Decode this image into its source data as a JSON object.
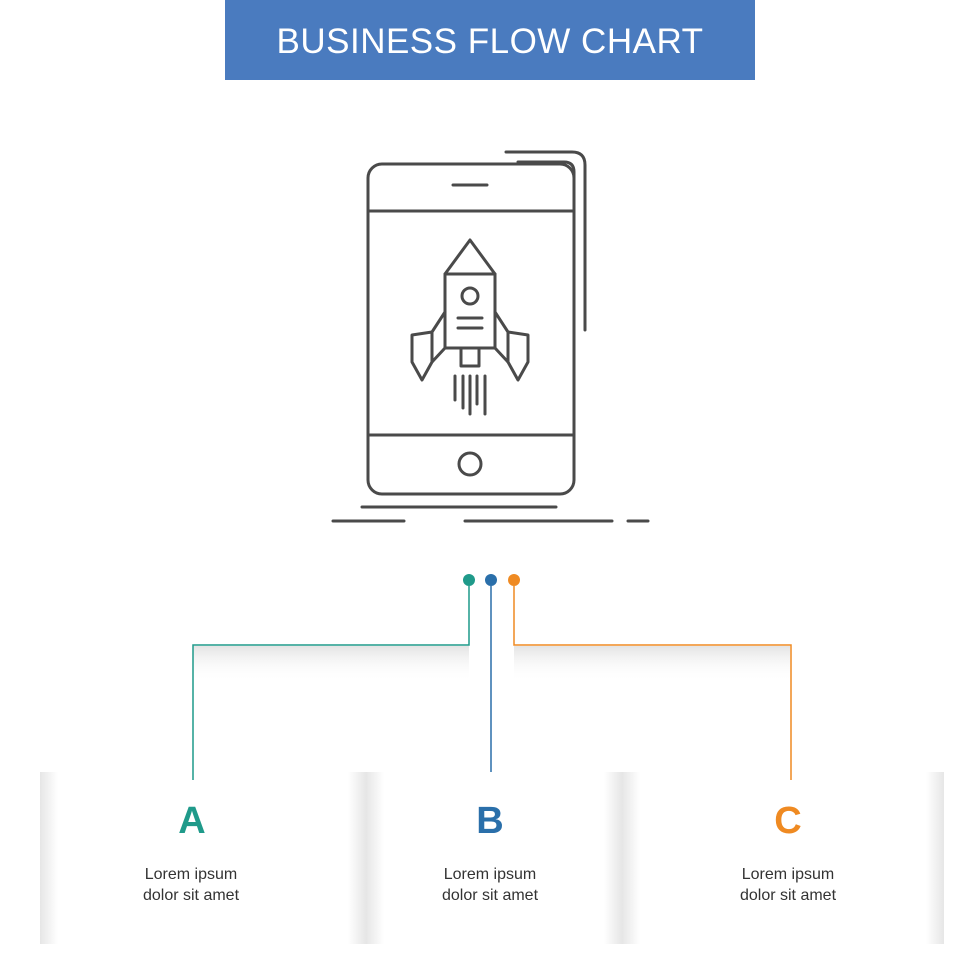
{
  "title": "BUSINESS FLOW CHART",
  "colors": {
    "banner": "#4a7bbf",
    "teal": "#1f9a8a",
    "blue": "#2a6faa",
    "orange": "#ef8a22",
    "icon_stroke": "#4a4a4a"
  },
  "icon": "mobile-phone-rocket-launch-icon",
  "steps": [
    {
      "letter": "A",
      "text_line1": "Lorem ipsum",
      "text_line2": "dolor sit amet"
    },
    {
      "letter": "B",
      "text_line1": "Lorem ipsum",
      "text_line2": "dolor sit amet"
    },
    {
      "letter": "C",
      "text_line1": "Lorem ipsum",
      "text_line2": "dolor sit amet"
    }
  ]
}
